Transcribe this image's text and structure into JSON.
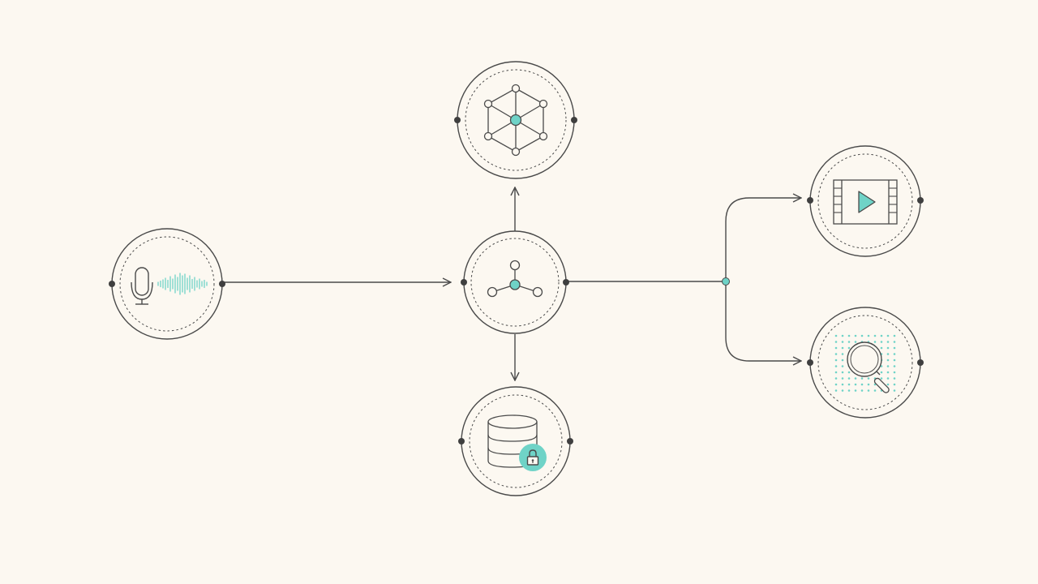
{
  "colors": {
    "background": "#fcf8f1",
    "stroke": "#4a4a4a",
    "accent": "#6fd3c7",
    "node_fill": "#fcf8f1"
  },
  "nodes": [
    {
      "id": "audio-input",
      "icon": "microphone-waveform-icon"
    },
    {
      "id": "processing-hub",
      "icon": "node-graph-icon"
    },
    {
      "id": "knowledge-graph",
      "icon": "hexagon-network-icon"
    },
    {
      "id": "secure-storage",
      "icon": "locked-database-icon"
    },
    {
      "id": "video-output",
      "icon": "video-play-icon"
    },
    {
      "id": "search-output",
      "icon": "magnifier-grid-icon"
    }
  ],
  "edges": [
    {
      "from": "audio-input",
      "to": "processing-hub"
    },
    {
      "from": "processing-hub",
      "to": "knowledge-graph"
    },
    {
      "from": "processing-hub",
      "to": "secure-storage"
    },
    {
      "from": "processing-hub",
      "to": "video-output"
    },
    {
      "from": "processing-hub",
      "to": "search-output"
    }
  ]
}
